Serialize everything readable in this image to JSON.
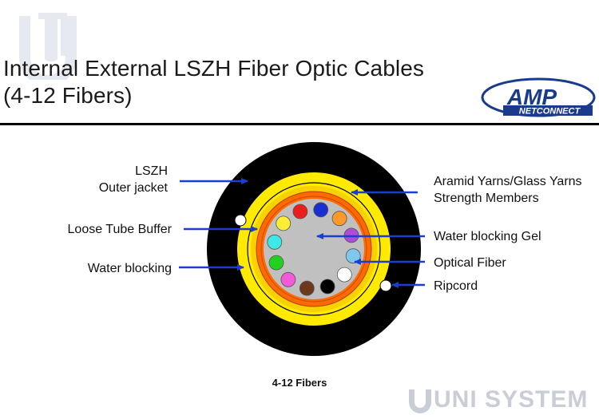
{
  "title": {
    "line1": "Internal External LSZH Fiber Optic Cables",
    "line2": "(4-12 Fibers)"
  },
  "logo": {
    "brand": "AMP",
    "sub": "NETCONNECT",
    "color": "#1a3a8c"
  },
  "labels": {
    "outer_jacket_1": "LSZH",
    "outer_jacket_2": "Outer jacket",
    "loose_tube": "Loose Tube Buffer",
    "water_blocking": "Water blocking",
    "aramid_1": "Aramid Yarns/Glass Yarns",
    "aramid_2": "Strength Members",
    "gel": "Water blocking Gel",
    "optical_fiber": "Optical Fiber",
    "ripcord": "Ripcord"
  },
  "caption": "4-12 Fibers",
  "watermark": "UNI SYSTEM",
  "colors": {
    "jacket": "#000000",
    "yellow": "#ffea00",
    "orange": "#ff6a00",
    "gel": "#c0c0c0",
    "arrow": "#1a3fd0"
  },
  "fibers": [
    {
      "color": "#e8201c"
    },
    {
      "color": "#1a2fd0"
    },
    {
      "color": "#ff9a2a"
    },
    {
      "color": "#b04ad8"
    },
    {
      "color": "#7ec8f0"
    },
    {
      "color": "#ffffff"
    },
    {
      "color": "#000000"
    },
    {
      "color": "#6b3a1a"
    },
    {
      "color": "#f25ad8"
    },
    {
      "color": "#22d020"
    },
    {
      "color": "#3ee8e8"
    },
    {
      "color": "#ffee33"
    }
  ]
}
